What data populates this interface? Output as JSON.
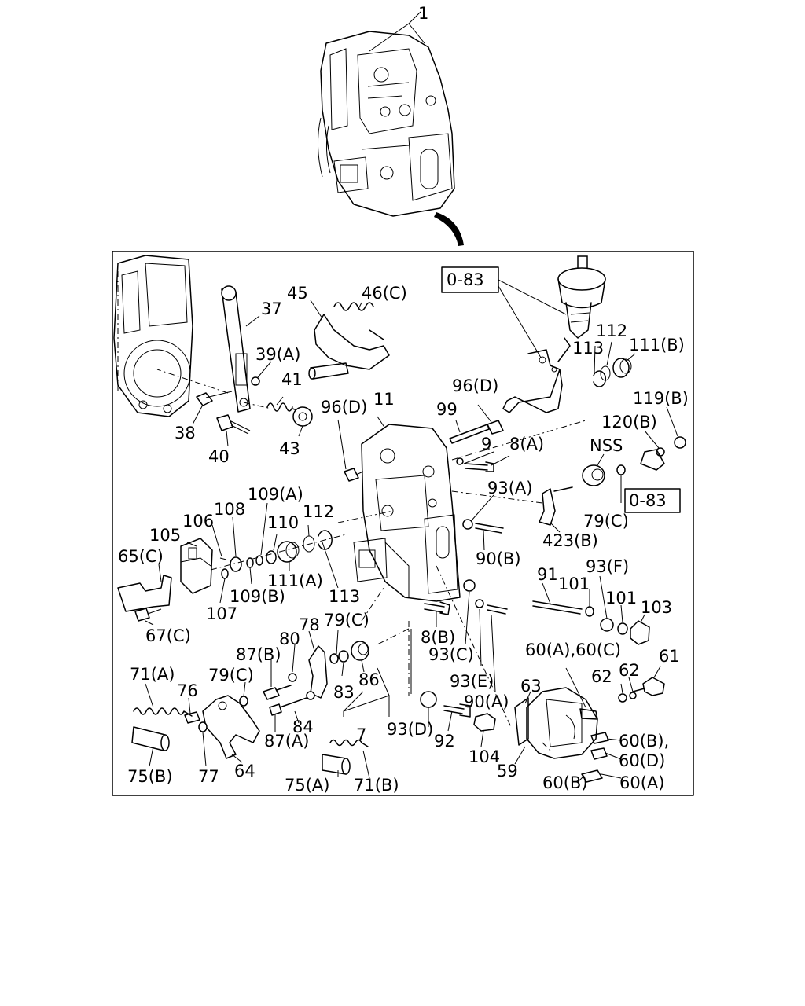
{
  "callouts": {
    "c1": "1",
    "c37": "37",
    "c38": "38",
    "c39a": "39(A)",
    "c40": "40",
    "c41": "41",
    "c43": "43",
    "c45": "45",
    "c46c": "46(C)",
    "c96d_a": "96(D)",
    "c96d_b": "96(D)",
    "c11": "11",
    "c99": "99",
    "c9": "9",
    "c8a": "8(A)",
    "c0_83_a": "0-83",
    "c113_a": "113",
    "c112_a": "112",
    "c111b": "111(B)",
    "c119b": "119(B)",
    "c120b": "120(B)",
    "cnss": "NSS",
    "c0_83_b": "0-83",
    "c79c_a": "79(C)",
    "c93a": "93(A)",
    "c423b": "423(B)",
    "c90b": "90(B)",
    "c105": "105",
    "c106": "106",
    "c108": "108",
    "c109a": "109(A)",
    "c110": "110",
    "c112_b": "112",
    "c65c": "65(C)",
    "c111a": "111(A)",
    "c113_b": "113",
    "c109b": "109(B)",
    "c107": "107",
    "c67c": "67(C)",
    "c91": "91",
    "c93f": "93(F)",
    "c101_a": "101",
    "c101_b": "101",
    "c103": "103",
    "c8b": "8(B)",
    "c80": "80",
    "c78": "78",
    "c79c_b": "79(C)",
    "c87b": "87(B)",
    "c93c": "93(C)",
    "c71a": "71(A)",
    "c76": "76",
    "c79c_c": "79(C)",
    "c83": "83",
    "c86": "86",
    "c93e": "93(E)",
    "c60a60c": "60(A),60(C)",
    "c61": "61",
    "c62_a": "62",
    "c62_b": "62",
    "c63": "63",
    "c90a": "90(A)",
    "c84": "84",
    "c87a": "87(A)",
    "c7": "7",
    "c93d": "93(D)",
    "c92": "92",
    "c104": "104",
    "c60b_a": "60(B),",
    "c60d": "60(D)",
    "c75b": "75(B)",
    "c77": "77",
    "c64": "64",
    "c75a": "75(A)",
    "c71b": "71(B)",
    "c59": "59",
    "c60b_b": "60(B)",
    "c60a": "60(A)"
  }
}
